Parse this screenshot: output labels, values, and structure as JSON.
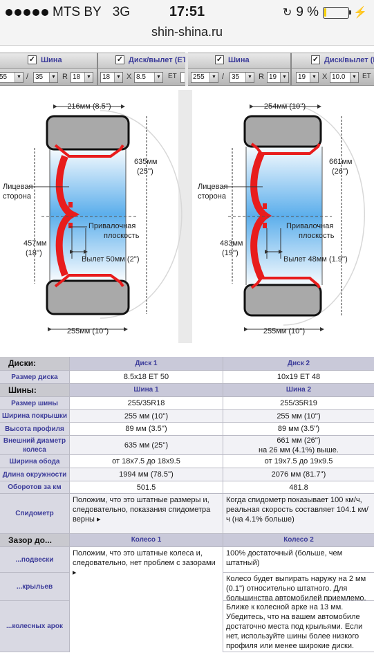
{
  "status_bar": {
    "carrier": "MTS BY",
    "network": "3G",
    "time": "17:51",
    "battery": "9 %",
    "battery_level": 0.09
  },
  "browser": {
    "url": "shin-shina.ru"
  },
  "controls": {
    "left": {
      "tire_label": "Шина",
      "disk_label": "Диск/вылет (ЕТ",
      "tire_width": "55",
      "tire_profile": "35",
      "r_label": "R",
      "tire_rim": "18",
      "disk_diameter": "18",
      "x_label": "X",
      "disk_width": "8.5",
      "et_label": "ET"
    },
    "right": {
      "tire_label": "Шина",
      "disk_label": "Диск/вылет (ЕТ",
      "tire_width": "255",
      "tire_profile": "35",
      "r_label": "R",
      "tire_rim": "19",
      "disk_diameter": "19",
      "x_label": "X",
      "disk_width": "10.0",
      "et_label": "ET"
    },
    "slash": "/"
  },
  "diagram_left": {
    "top_width": "216мм (8.5'')",
    "outer_diameter": "635мм",
    "outer_diameter_in": "(25'')",
    "face_label_1": "Лицевая",
    "face_label_2": "сторона",
    "rim_diameter": "457мм",
    "rim_diameter_in": "(18'')",
    "mount_label_1": "Привалочная",
    "mount_label_2": "плоскость",
    "offset": "Вылет 50мм (2'')",
    "bottom_width": "255мм (10'')"
  },
  "diagram_right": {
    "top_width": "254мм (10'')",
    "outer_diameter": "661мм",
    "outer_diameter_in": "(26'')",
    "face_label_1": "Лицевая",
    "face_label_2": "сторона",
    "rim_diameter": "483мм",
    "rim_diameter_in": "(19'')",
    "mount_label_1": "Привалочная",
    "mount_label_2": "плоскость",
    "offset": "Вылет 48мм (1.9'')",
    "bottom_width": "255мм (10'')"
  },
  "table": {
    "disks_header": {
      "label": "Диски:",
      "col1": "Диск 1",
      "col2": "Диск 2"
    },
    "disk_size": {
      "label": "Размер диска",
      "col1": "8.5x18 ET 50",
      "col2": "10x19 ET 48"
    },
    "tires_header": {
      "label": "Шины:",
      "col1": "Шина 1",
      "col2": "Шина 2"
    },
    "tire_size": {
      "label": "Размер шины",
      "col1": "255/35R18",
      "col2": "255/35R19"
    },
    "tire_width": {
      "label": "Ширина покрышки",
      "col1": "255 мм (10'')",
      "col2": "255 мм (10'')"
    },
    "profile_height": {
      "label": "Высота профиля",
      "col1": "89 мм (3.5'')",
      "col2": "89 мм (3.5'')"
    },
    "outer_diameter": {
      "label": "Внешний диаметр колеса",
      "col1": "635 мм (25'')",
      "col2a": "661 мм (26'')",
      "col2b": "на 26 мм (4.1%) выше."
    },
    "rim_width": {
      "label": "Ширина обода",
      "col1": "от 18x7.5 до 18x9.5",
      "col2": "от 19x7.5 до 19x9.5"
    },
    "circumference": {
      "label": "Длина окружности",
      "col1": "1994 мм (78.5'')",
      "col2": "2076 мм (81.7'')"
    },
    "revs": {
      "label": "Оборотов за км",
      "col1": "501.5",
      "col2": "481.8"
    },
    "speedometer": {
      "label": "Спидометр",
      "col1": "Положим, что это штатные размеры и, следовательно, показания спидометра верны ▸",
      "col2": "Когда спидометр показывает 100 км/ч, реальная скорость составляет 104.1 км/ч (на 4.1% больше)"
    },
    "clearance_header": {
      "label": "Зазор до...",
      "col1": "Колесо 1",
      "col2": "Колесо 2"
    },
    "suspension": {
      "label": "...подвески",
      "col2": "100% достаточный (больше, чем штатный)"
    },
    "fenders": {
      "label": "...крыльев",
      "col2": "Колесо будет выпирать наружу на 2 мм (0.1'') относительно штатного. Для большинства автомобилей приемлемо."
    },
    "arches": {
      "label": "...колесных арок",
      "col2": "Ближе к колесной арке на 13 мм. Убедитесь, что на вашем автомобиле достаточно места под крыльями. Если нет, используйте шины более низкого профиля или менее широкие диски."
    },
    "clearance_note": "Положим, что это штатные колеса и, следовательно, нет проблем с зазорами ▸"
  },
  "colors": {
    "accent_label": "#3c3c9a",
    "rim_red": "#e81c1c",
    "tire_gray": "#a9a9a9",
    "blue_fill": "#3fa0e8"
  }
}
